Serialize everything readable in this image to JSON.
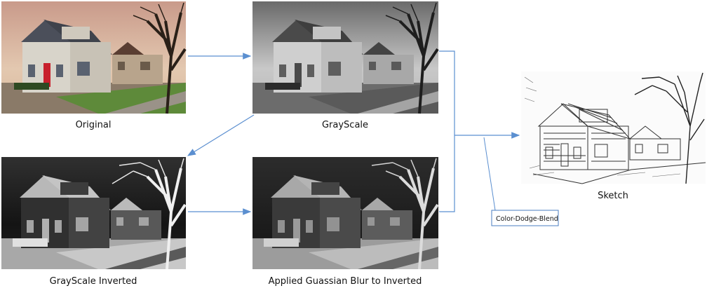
{
  "diagram": {
    "steps": [
      {
        "id": "original",
        "caption": "Original"
      },
      {
        "id": "grayscale",
        "caption": "GrayScale"
      },
      {
        "id": "inverted",
        "caption": "GrayScale Inverted"
      },
      {
        "id": "blurred",
        "caption": "Applied Guassian Blur to Inverted"
      },
      {
        "id": "sketch",
        "caption": "Sketch"
      }
    ],
    "blend_label": "Color-Dodge-Blend",
    "colors": {
      "arrow": "#5b8fd0",
      "box_border": "#4a7cc0",
      "caption": "#111111"
    }
  }
}
